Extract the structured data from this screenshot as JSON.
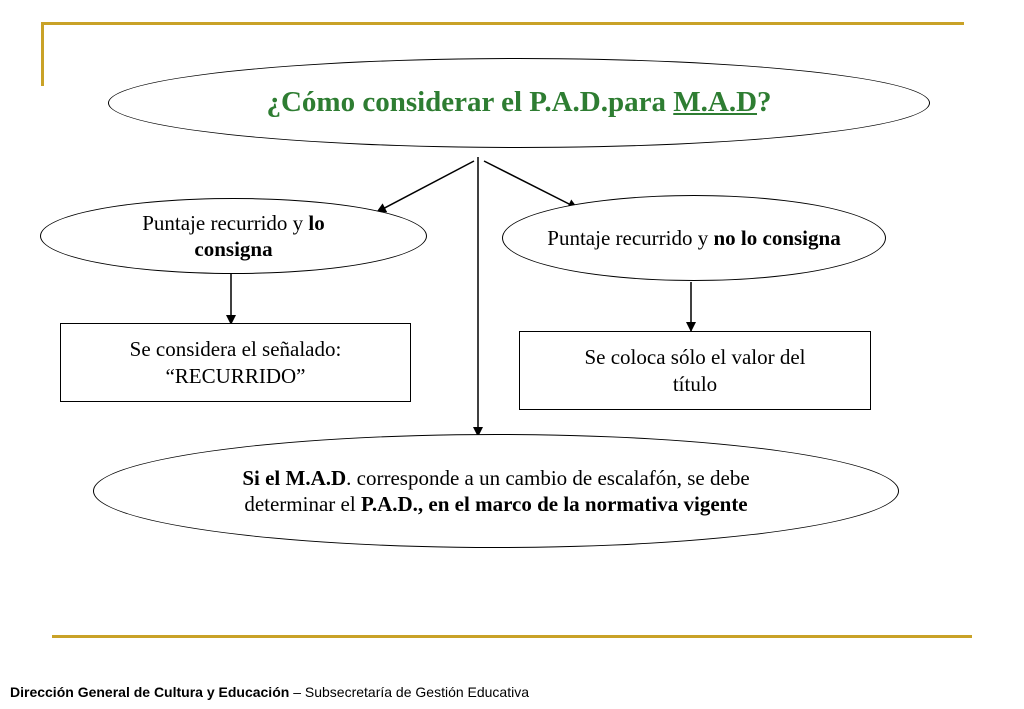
{
  "title": {
    "part1": "¿Cómo considerar el P.A.D.para ",
    "part2": "M.A.D",
    "part3": "?"
  },
  "left_branch": {
    "text1": "Puntaje recurrido y ",
    "bold1": "lo",
    "bold2": "consigna"
  },
  "right_branch": {
    "text1": "Puntaje recurrido y ",
    "bold1": "no lo consigna"
  },
  "left_result": {
    "line1": "Se considera el señalado:",
    "line2": "“RECURRIDO”"
  },
  "right_result": {
    "line1": "Se coloca sólo el  valor del",
    "line2": "título"
  },
  "bottom_node": {
    "bold1": "Si el M.A.D",
    "text1": ". corresponde a un cambio de escalafón, se debe",
    "text2": "determinar el ",
    "bold2": "P.A.D., en el marco de la normativa vigente"
  },
  "footer": {
    "bold": "Dirección General de Cultura y Educación",
    "rest": " – Subsecretaría de Gestión Educativa"
  },
  "colors": {
    "title": "#2e7d32",
    "rule": "#c9a227"
  }
}
